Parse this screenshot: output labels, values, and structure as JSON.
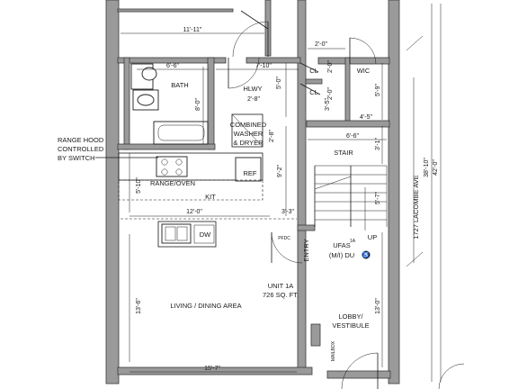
{
  "rooms": {
    "bath": "BATH",
    "hallway": "HLWY",
    "washer_dryer_1": "COMBINED",
    "washer_dryer_2": "WASHER",
    "washer_dryer_3": "& DRYER",
    "closet_1": "CL",
    "closet_2": "CL",
    "walk_in_closet": "WIC",
    "stair": "STAIR",
    "range_oven": "RANGE/OVEN",
    "refrigerator": "REF",
    "kitchen": "KIT",
    "dishwasher": "DW",
    "entry": "ENTRY",
    "living_dining": "LIVING / DINING AREA",
    "unit_name": "UNIT 1A",
    "unit_area": "726 SQ. FT.",
    "ufas_1": "UFAS",
    "ufas_2": "(M/I) DU",
    "ufas_tag": "1A",
    "lobby_1": "LOBBY/",
    "lobby_2": "VESTIBULE",
    "mailbox": "MAILBOX",
    "up": "UP",
    "door_tag": "PFDC"
  },
  "callout": {
    "line1": "RANGE HOOD",
    "line2": "CONTROLLED",
    "line3": "BY SWITCH"
  },
  "street": "1727 LACOMBE AVE",
  "dimensions": {
    "d_11_11": "11'-11\"",
    "d_2_0_top": "2'-0\"",
    "d_6_6_bath": "6'-6\"",
    "d_7_10": "7'-10\"",
    "d_2_0_cl1": "2'-0\"",
    "d_2_0_cl2": "2'-0\"",
    "d_5_0": "5'-0\"",
    "d_5_9": "5'-9\"",
    "d_2_8_a": "2'-8\"",
    "d_2_8_b": "2'-8\"",
    "d_8_0": "8'-0\"",
    "d_3_5": "3'-5\"",
    "d_4_5": "4'-5\"",
    "d_6_6_stair": "6'-6\"",
    "d_3_1": "3'-1\"",
    "d_9_2": "9'-2\"",
    "d_5_10": "5'-10\"",
    "d_12_0": "12'-0\"",
    "d_3_3": "3'-3\"",
    "d_5_7": "5'-7\"",
    "d_13_6": "13'-6\"",
    "d_13_0": "13'-0\"",
    "d_15_7": "15'-7\"",
    "d_38_10": "38'-10\"",
    "d_42_0": "42'-0\""
  },
  "colors": {
    "wall": "#9a9a9a",
    "line": "#1a1a1a",
    "paper": "#ffffff"
  }
}
